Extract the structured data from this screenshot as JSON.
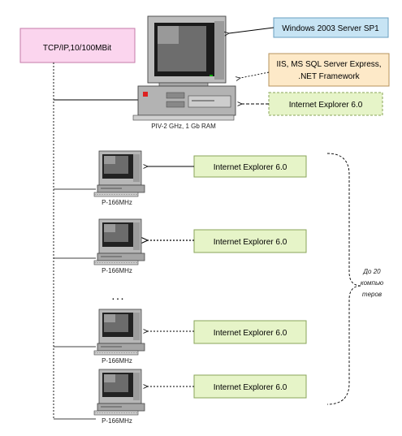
{
  "network_label": "TCP/IP,10/100MBit",
  "server": {
    "spec": "PIV-2 GHz, 1 Gb RAM",
    "software": [
      {
        "text": "Windows 2003 Server SP1",
        "fill": "#c7e4f4",
        "stroke": "#6a9fc0"
      },
      {
        "text": "IIS, MS SQL Server Express,",
        "text2": ".NET Framework",
        "fill": "#fde9c8",
        "stroke": "#b7935c"
      },
      {
        "text": "Internet Explorer 6.0",
        "fill": "#e6f4c8",
        "stroke": "#8aa45a"
      }
    ]
  },
  "clients": [
    {
      "spec": "P-166MHz",
      "browser": "Internet Explorer 6.0"
    },
    {
      "spec": "P-166MHz",
      "browser": "Internet Explorer 6.0"
    },
    {
      "spec": "P-166MHz",
      "browser": "Internet Explorer 6.0"
    },
    {
      "spec": "P-166MHz",
      "browser": "Internet Explorer 6.0"
    }
  ],
  "ellipsis": ". . .",
  "count_note": [
    "До 20",
    "компью",
    "теров"
  ],
  "colors": {
    "network_fill": "#fbd5ee",
    "network_stroke": "#c47aa8",
    "browser_fill": "#e6f4c8",
    "browser_stroke": "#8aa45a"
  }
}
